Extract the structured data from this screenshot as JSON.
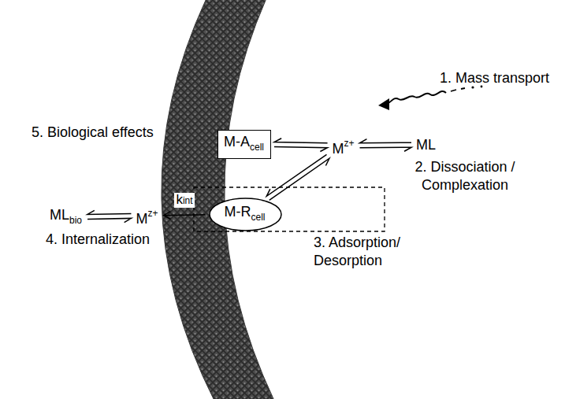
{
  "diagram": {
    "nodes": [
      {
        "text": [
          "M-A",
          "cell"
        ]
      },
      {
        "text": [
          "M",
          "z+"
        ]
      },
      {
        "text": [
          "ML"
        ]
      },
      {
        "text": [
          "M-R",
          "cell"
        ]
      },
      {
        "text": [
          "M",
          "z+"
        ]
      },
      {
        "text": [
          "ML",
          "bio"
        ]
      }
    ],
    "edges": [
      {
        "from": 0,
        "to": 1,
        "arrow": "both"
      },
      {
        "from": 1,
        "to": 2,
        "arrow": "both"
      },
      {
        "from": 3,
        "to": 1,
        "arrow": "both"
      },
      {
        "from": 3,
        "to": 4,
        "arrow": "to",
        "label": "kint"
      },
      {
        "from": 4,
        "to": 5,
        "arrow": "both"
      }
    ],
    "labels": [
      "1. Mass transport",
      "2. Dissociation / Complexation",
      "3. Adsorption/ Desorption",
      "4. Internalization",
      "5. Biological effects"
    ]
  }
}
